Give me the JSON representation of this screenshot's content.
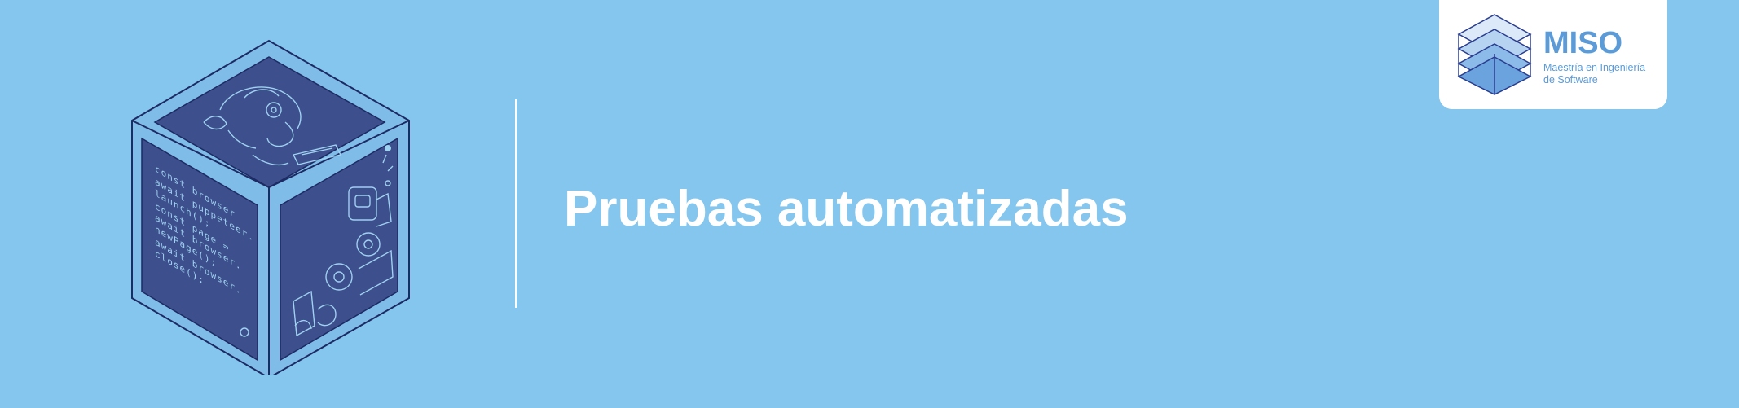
{
  "banner": {
    "title": "Pruebas automatizadas"
  },
  "logo": {
    "name": "MISO",
    "subtitle_line1": "Maestría en Ingeniería",
    "subtitle_line2": "de Software"
  },
  "cube": {
    "code_lines": [
      "const browser",
      "await puppeteer.",
      "launch();",
      "const page =",
      "await browser.",
      "newPage();",
      "await browser.",
      "close();"
    ]
  },
  "colors": {
    "background": "#84c6ee",
    "cube_face": "#3d4f8c",
    "cube_edge": "#1d2a63",
    "line_art": "#9fd1f0",
    "logo_accent": "#5a9bd8",
    "title_text": "#ffffff"
  }
}
